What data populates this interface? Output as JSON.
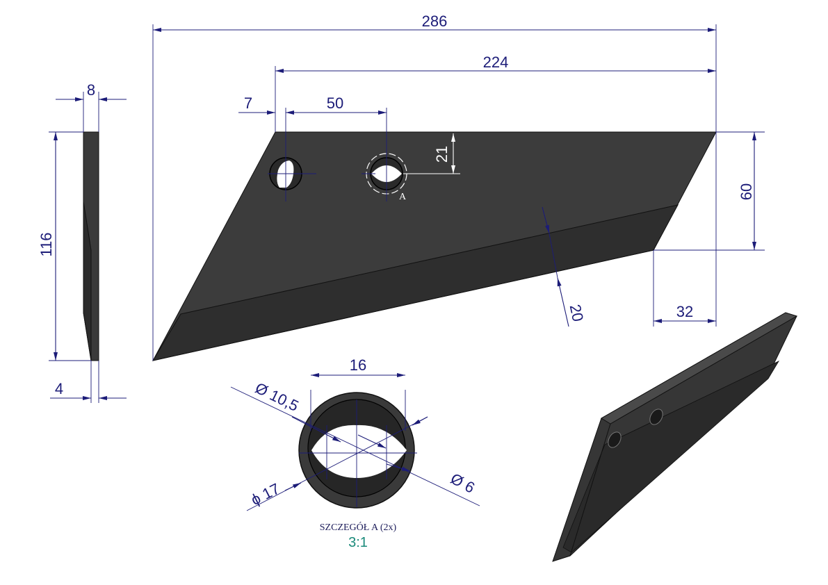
{
  "dimensions": {
    "overall_length": "286",
    "top_edge_length": "224",
    "hole1_offset": "7",
    "hole_spacing": "50",
    "hole_from_top": "21",
    "right_height": "60",
    "tip_offset": "32",
    "bevel_width": "20",
    "thickness": "8",
    "height": "116",
    "edge_thickness": "4"
  },
  "detail": {
    "marker": "A",
    "slot_width": "16",
    "dia_slot": "Ø 10,5",
    "dia_outer": "ϕ 17",
    "dia_small": "Ø 6",
    "title": "SZCZEGÓŁ A (2x)",
    "scale": "3:1"
  },
  "colors": {
    "dimension": "#1c1c78",
    "part_face": "#3c3c3c",
    "part_bevel": "#2d2d2d",
    "scale_text": "#1a8a7a"
  }
}
